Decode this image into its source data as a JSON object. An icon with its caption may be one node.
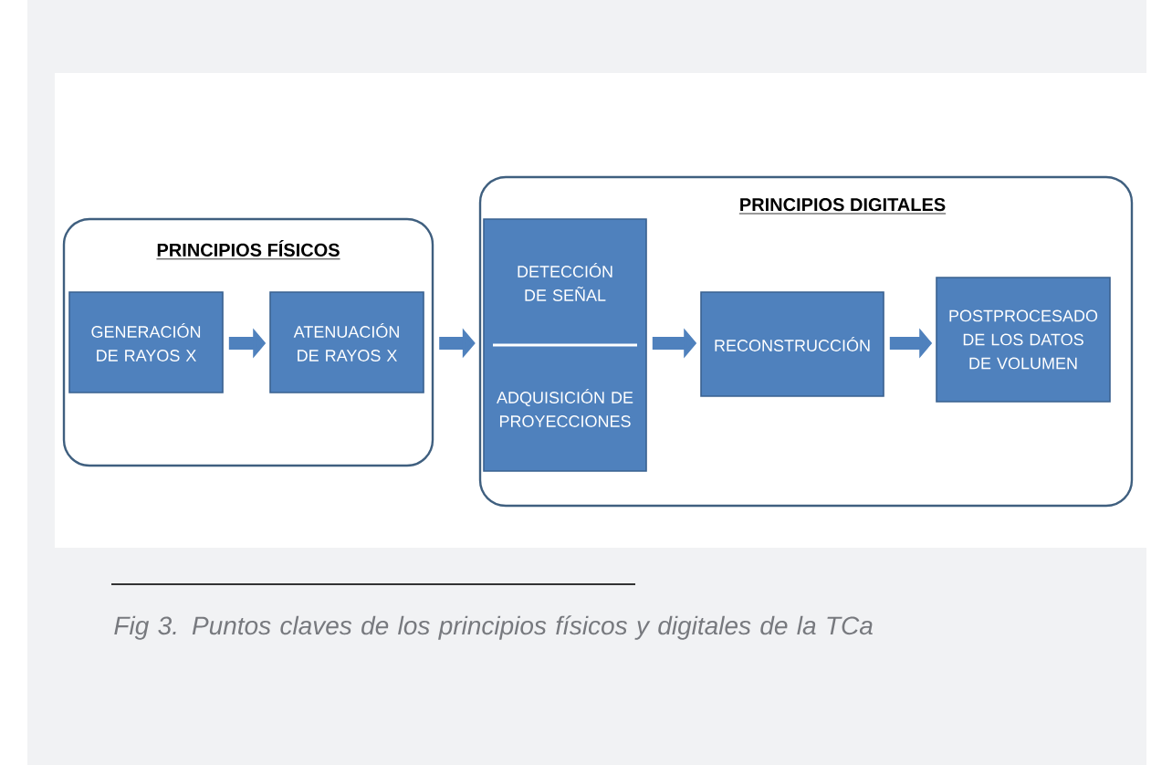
{
  "diagram": {
    "caption": "Fig 3. Puntos claves de los principios físicos y digitales de la TCa",
    "nodes": [
      {
        "text": [
          "PRINCIPIOS FÍSICOS"
        ]
      },
      {
        "text": [
          "GENERACIÓN DE RAYOS X"
        ],
        "in": 0
      },
      {
        "text": [
          "ATENUACIÓN DE RAYOS X"
        ],
        "in": 0
      },
      {
        "text": [
          "PRINCIPIOS DIGITALES"
        ]
      },
      {
        "text": [
          "DETECCIÓN DE SEÑAL",
          "ADQUISICIÓN DE PROYECCIONES"
        ],
        "in": 3
      },
      {
        "text": [
          "RECONSTRUCCIÓN"
        ],
        "in": 3
      },
      {
        "text": [
          "POSTPROCESADO DE LOS DATOS DE VOLUMEN"
        ],
        "in": 3
      }
    ],
    "edges": [
      {
        "from": 1,
        "to": 2,
        "arrow": "to"
      },
      {
        "from": 0,
        "to": 3,
        "arrow": "to"
      },
      {
        "from": 4,
        "to": 5,
        "arrow": "to"
      },
      {
        "from": 5,
        "to": 6,
        "arrow": "to"
      }
    ]
  }
}
